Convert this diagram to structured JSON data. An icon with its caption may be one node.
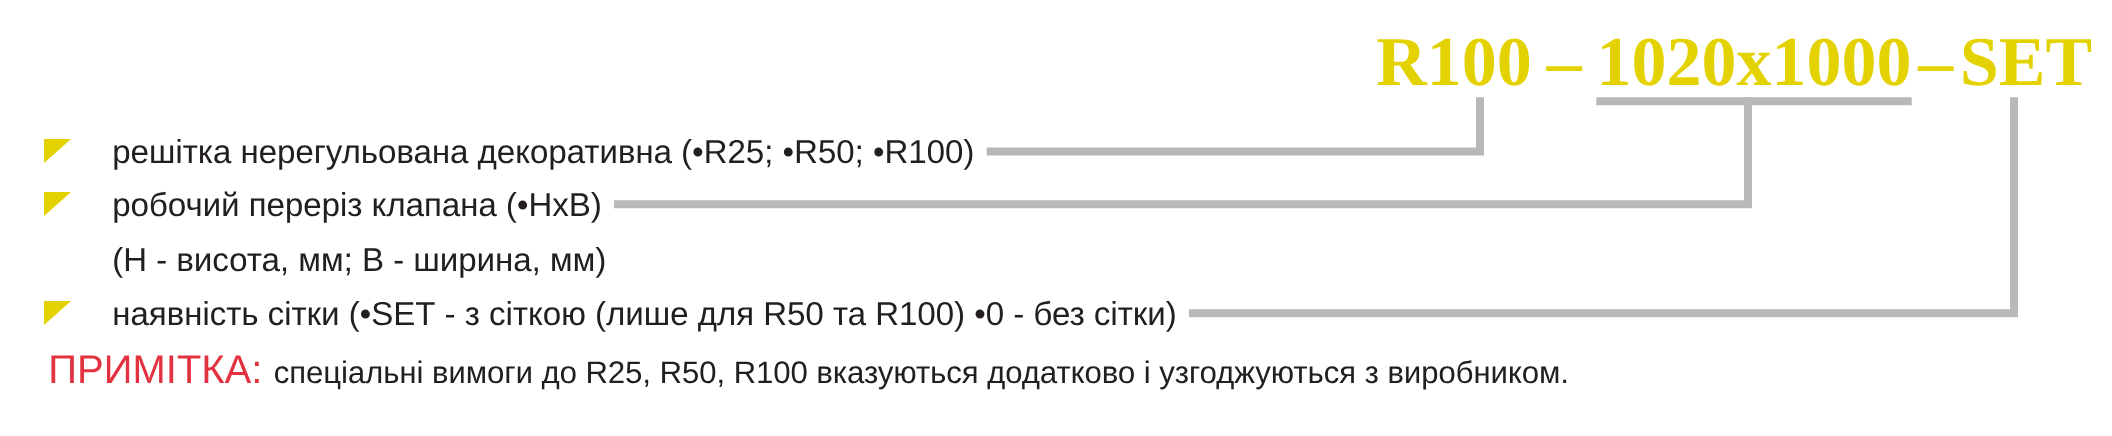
{
  "diagram": {
    "nodes": [
      {
        "text": [
          "R100"
        ]
      },
      {
        "text": [
          "1020x1000"
        ]
      },
      {
        "text": [
          "SET"
        ]
      },
      {
        "text": [
          "решітка нерегульована декоративна (•R25; •R50; •R100)"
        ]
      },
      {
        "text": [
          "робочий переріз клапана (•НхВ)",
          "(Н - висота, мм; В - ширина, мм)"
        ]
      },
      {
        "text": [
          "наявність сітки (•SET - з сіткою (лише для R50 та R100) •0 - без сітки)"
        ]
      }
    ],
    "edges": [
      {
        "from": 3,
        "to": 0,
        "arrow": "none"
      },
      {
        "from": 4,
        "to": 1,
        "arrow": "none"
      },
      {
        "from": 5,
        "to": 2,
        "arrow": "none"
      }
    ],
    "labels": [
      "–",
      "–",
      "ПРИМІТКА:",
      "спеціальні вимоги до R25, R50, R100 вказуються додатково і узгоджуються з виробником."
    ]
  }
}
